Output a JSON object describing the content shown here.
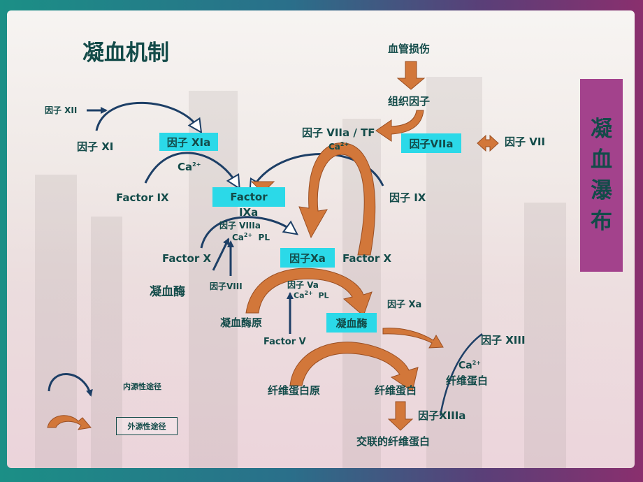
{
  "title": "凝血机制",
  "side_label": [
    "凝",
    "血",
    "瀑",
    "布"
  ],
  "nodes": {
    "factor_xii": "因子 XII",
    "factor_xi": "因子 XI",
    "factor_xia": "因子 XIa",
    "ca_1": "Ca",
    "factor_ix_left": "Factor IX",
    "factor_ixa_box": "Factor",
    "factor_ixa_tail": "IXa",
    "factor_viiia": "因子 VIIIa",
    "ca_pl_1": "Ca",
    "pl_1": "PL",
    "factor_x_left": "Factor X",
    "thrombin_left": "凝血酶",
    "factor_viii": "因子VIII",
    "vessel_injury": "血管损伤",
    "tissue_factor": "组织因子",
    "viia_tf": "因子 VIIa / TF",
    "ca_2": "Ca",
    "factor_viia_box": "因子VIIa",
    "factor_vii": "因子 VII",
    "factor_ix_right": "因子 IX",
    "factor_xa_box": "因子Xa",
    "factor_x_right": "Factor X",
    "factor_va": "因子 Va",
    "ca_pl_2": "Ca",
    "pl_2": "PL",
    "factor_xa_small": "因子 Xa",
    "prothrombin": "凝血酶原",
    "thrombin_box": "凝血酶",
    "factor_v": "Factor V",
    "factor_xiii": "因子 XIII",
    "ca_3": "Ca",
    "fibrin_label_right": "纤维蛋白",
    "fibrinogen": "纤维蛋白原",
    "fibrin": "纤维蛋白",
    "factor_xiiia": "因子XIIIa",
    "crosslinked_fibrin": "交联的纤维蛋白",
    "sup_2plus": "2+"
  },
  "legend": {
    "intrinsic": "内源性途径",
    "extrinsic": "外源性途径"
  },
  "colors": {
    "text": "#134b49",
    "highlight_box": "#2bd9e8",
    "intrinsic_arrow": "#1d3f66",
    "extrinsic_arrow": "#d2773a",
    "side_panel": "#a3428c"
  }
}
